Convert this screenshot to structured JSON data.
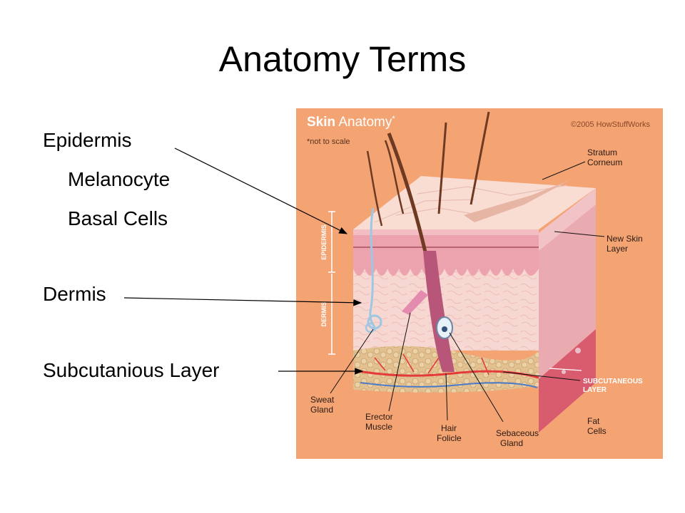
{
  "slide": {
    "title": "Anatomy Terms",
    "terms": {
      "epidermis": "Epidermis",
      "melanocyte": "Melanocyte",
      "basal_cells": "Basal Cells",
      "dermis": "Dermis",
      "subcutaneous": "Subcutanious Layer"
    }
  },
  "figure": {
    "title_bold": "Skin",
    "title_rest": "Anatomy",
    "title_mark": "*",
    "note": "*not to scale",
    "copyright": "©2005 HowStuffWorks",
    "side_epidermis": "EPIDERMIS",
    "side_dermis": "DERMIS",
    "labels": {
      "stratum_1": "Stratum",
      "stratum_2": "Corneum",
      "newskin_1": "New Skin",
      "newskin_2": "Layer",
      "subcut_1": "SUBCUTANEOUS",
      "subcut_2": "LAYER",
      "fat_1": "Fat",
      "fat_2": "Cells",
      "sebaceous_1": "Sebaceous",
      "sebaceous_2": "Gland",
      "hair_1": "Hair",
      "hair_2": "Folicle",
      "erector_1": "Erector",
      "erector_2": "Muscle",
      "sweat_1": "Sweat",
      "sweat_2": "Gland"
    },
    "colors": {
      "background": "#F4A372",
      "surface": "#F9DCD2",
      "epidermis": "#EDA3AE",
      "dermis": "#F7D7D2",
      "fat": "#E2C08F",
      "vessel": "#E33A3A",
      "hair": "#6E3A24"
    }
  }
}
